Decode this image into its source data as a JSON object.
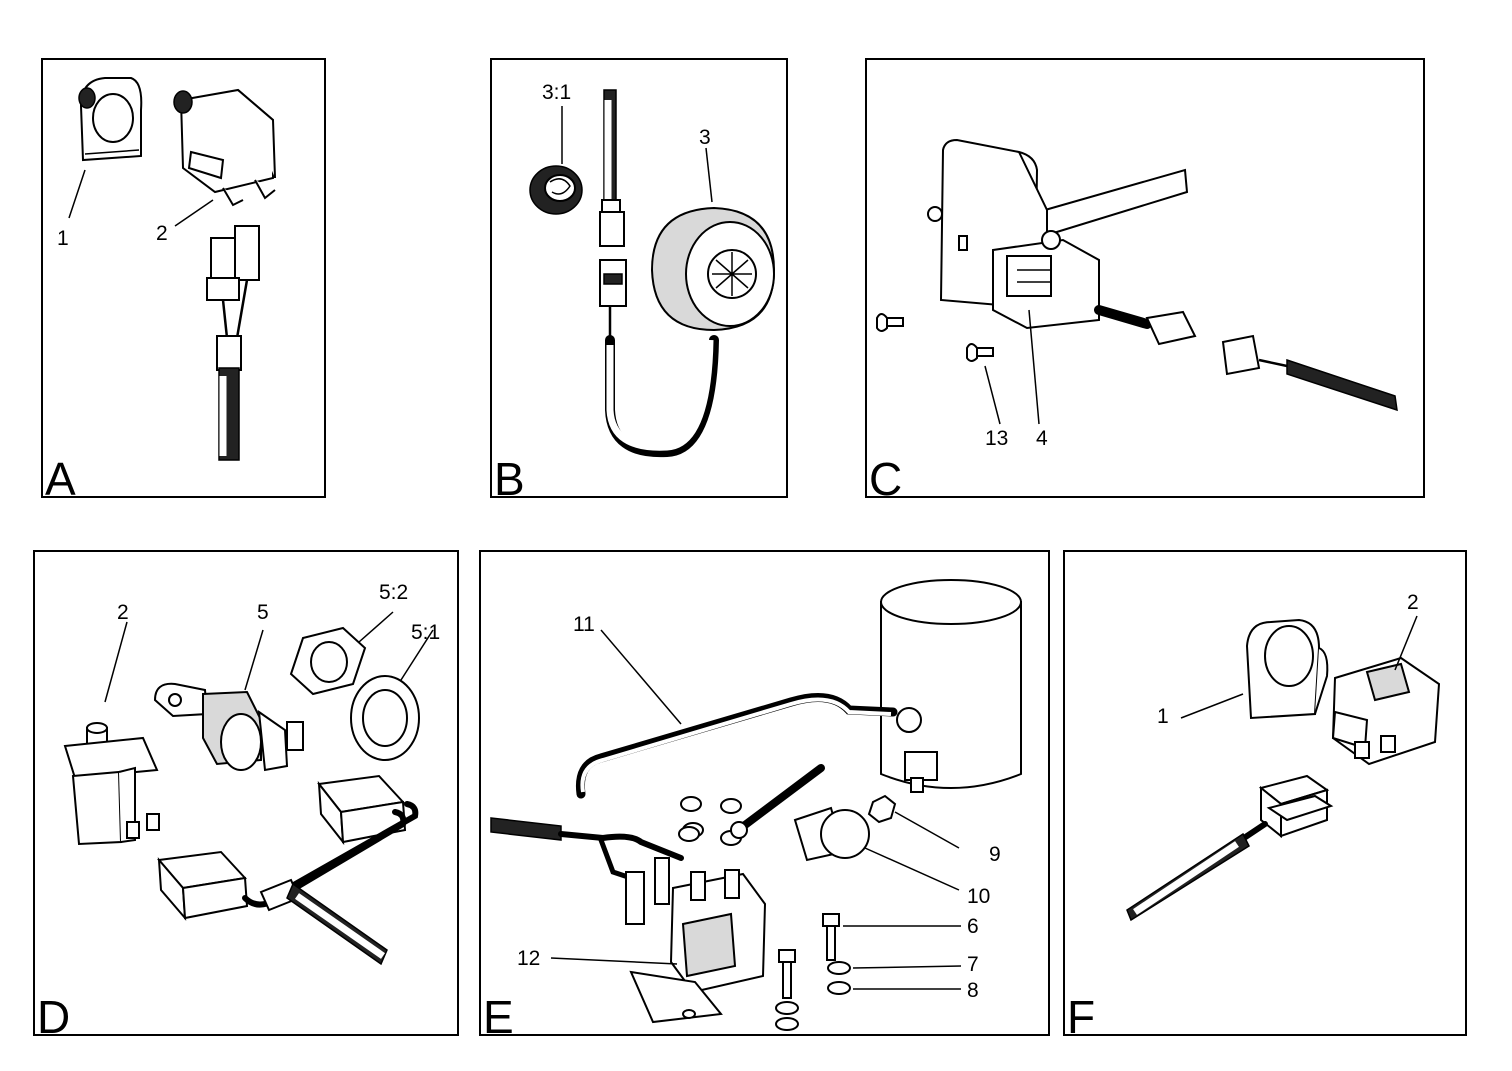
{
  "panels": {
    "a": {
      "letter": "A",
      "callouts": [
        "1",
        "2"
      ]
    },
    "b": {
      "letter": "B",
      "callouts": [
        "3:1",
        "3"
      ]
    },
    "c": {
      "letter": "C",
      "callouts": [
        "13",
        "4"
      ]
    },
    "d": {
      "letter": "D",
      "callouts": [
        "2",
        "5",
        "5:2",
        "5:1"
      ]
    },
    "e": {
      "letter": "E",
      "callouts": [
        "11",
        "9",
        "10",
        "6",
        "7",
        "8",
        "12"
      ]
    },
    "f": {
      "letter": "F",
      "callouts": [
        "1",
        "2"
      ]
    }
  }
}
